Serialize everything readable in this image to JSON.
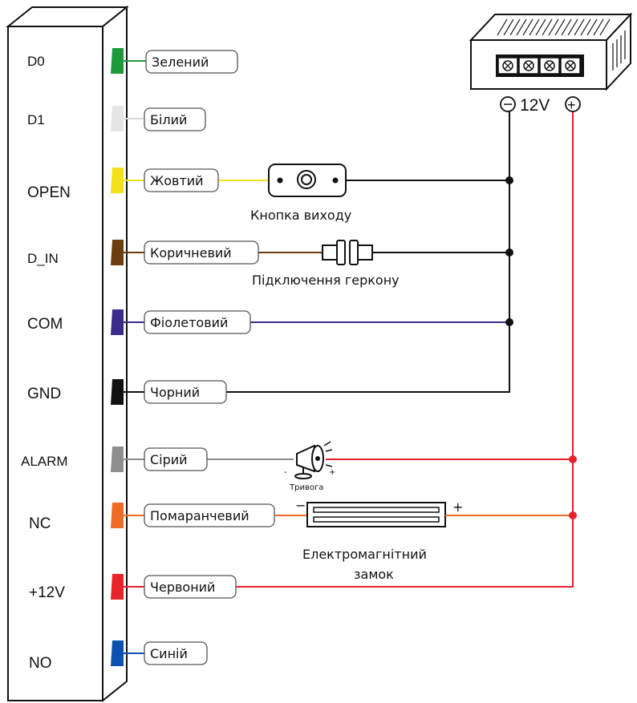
{
  "controller": {
    "terminals": [
      {
        "id": "d0",
        "name": "D0",
        "wire_label": "Зелений",
        "color": "#1e9a3c"
      },
      {
        "id": "d1",
        "name": "D1",
        "wire_label": "Білий",
        "color": "#e4e4e4"
      },
      {
        "id": "open",
        "name": "OPEN",
        "wire_label": "Жовтий",
        "color": "#f3e21a"
      },
      {
        "id": "din",
        "name": "D_IN",
        "wire_label": "Коричневий",
        "color": "#6b3d10"
      },
      {
        "id": "com",
        "name": "COM",
        "wire_label": "Фіолетовий",
        "color": "#3d2b8c"
      },
      {
        "id": "gnd",
        "name": "GND",
        "wire_label": "Чорний",
        "color": "#111111"
      },
      {
        "id": "alarm",
        "name": "ALARM",
        "wire_label": "Сірий",
        "color": "#8e8e8e"
      },
      {
        "id": "nc",
        "name": "NC",
        "wire_label": "Помаранчевий",
        "color": "#f06a28"
      },
      {
        "id": "v12",
        "name": "+12V",
        "wire_label": "Червоний",
        "color": "#e8232a"
      },
      {
        "id": "no",
        "name": "NO",
        "wire_label": "Синій",
        "color": "#0d52b0"
      }
    ]
  },
  "power_supply": {
    "voltage_label": "12V",
    "minus_symbol": "−",
    "plus_symbol": "+"
  },
  "devices": {
    "exit_button": {
      "label": "Кнопка виходу"
    },
    "reed_switch": {
      "label": "Підключення геркону"
    },
    "siren": {
      "label": "Тривога",
      "minus": "-",
      "plus": "+"
    },
    "maglock": {
      "label_line1": "Електромагнітний",
      "label_line2": "замок",
      "minus": "−",
      "plus": "+"
    }
  },
  "colors": {
    "negative_bus": "#111111",
    "positive_bus": "#e8232a",
    "orange_wire": "#f06a28",
    "gray_wire": "#8e8e8e",
    "yellow_wire": "#f3e21a",
    "brown_wire": "#6b3d10",
    "purple_wire": "#3d2b8c"
  }
}
